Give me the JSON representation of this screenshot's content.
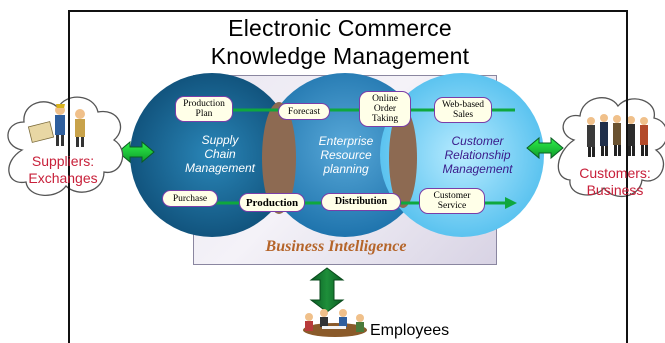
{
  "title": {
    "line1": "Electronic Commerce",
    "line2": "Knowledge Management"
  },
  "circles": {
    "supply_chain": {
      "line1": "Supply",
      "line2": "Chain",
      "line3": "Management",
      "color": "#1d6c97"
    },
    "erp": {
      "line1": "Enterprise",
      "line2": "Resource",
      "line3": "planning",
      "color": "#3b8fc4"
    },
    "crm": {
      "line1": "Customer",
      "line2": "Relationship",
      "line3": "Management",
      "color": "#7fd0f4"
    }
  },
  "boxes": {
    "production_plan": {
      "line1": "Production",
      "line2": "Plan"
    },
    "forecast": "Forecast",
    "online_order": {
      "line1": "Online",
      "line2": "Order",
      "line3": "Taking"
    },
    "web_sales": {
      "line1": "Web-based",
      "line2": "Sales"
    },
    "purchase": "Purchase",
    "production": "Production",
    "distribution": "Distribution",
    "customer_service": {
      "line1": "Customer",
      "line2": "Service"
    }
  },
  "business_intelligence": "Business Intelligence",
  "suppliers": {
    "line1": "Suppliers:",
    "line2": "Exchanges"
  },
  "customers": {
    "line1": "Customers:",
    "line2": "Business"
  },
  "employees": "Employees",
  "colors": {
    "flow_green": "#0fa73e",
    "arrow_green": "#1fe039",
    "label_brown": "#b5652a",
    "pill_border": "#7a3ea8"
  }
}
